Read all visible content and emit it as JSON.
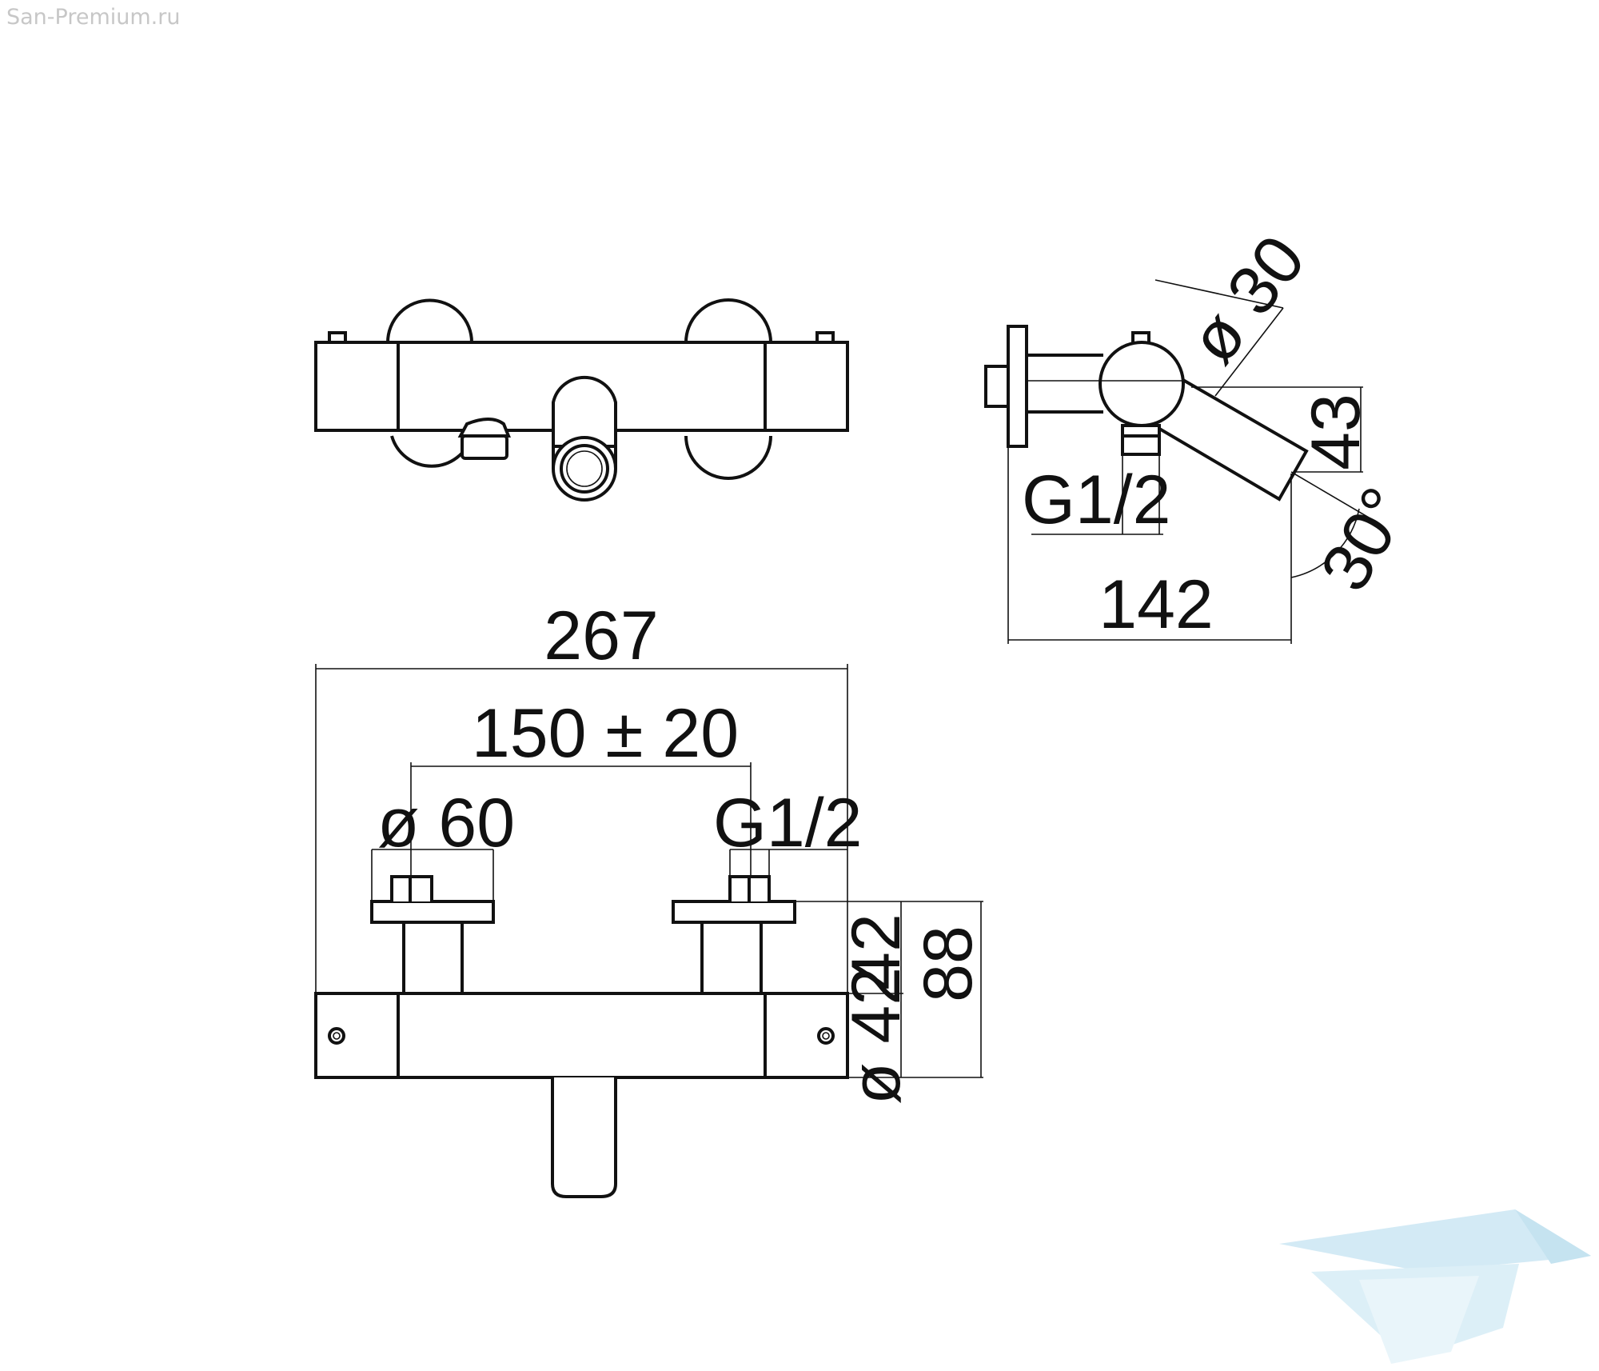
{
  "watermark": "San-Premium.ru",
  "labels": {
    "overall_width": "267",
    "spacing": "150 ± 20",
    "flange_diameter": "ø 60",
    "inlet_thread_front": "G1/2",
    "projection": "42",
    "body_diameter": "ø 42",
    "overall_height": "88",
    "knob_diameter": "ø 30",
    "spout_height": "43",
    "inlet_thread_side": "G1/2",
    "spout_angle": "30°",
    "side_depth": "142"
  },
  "colors": {
    "line": "#111111",
    "watermark": "#c7c7c7",
    "logo": "#cfe8f4"
  }
}
